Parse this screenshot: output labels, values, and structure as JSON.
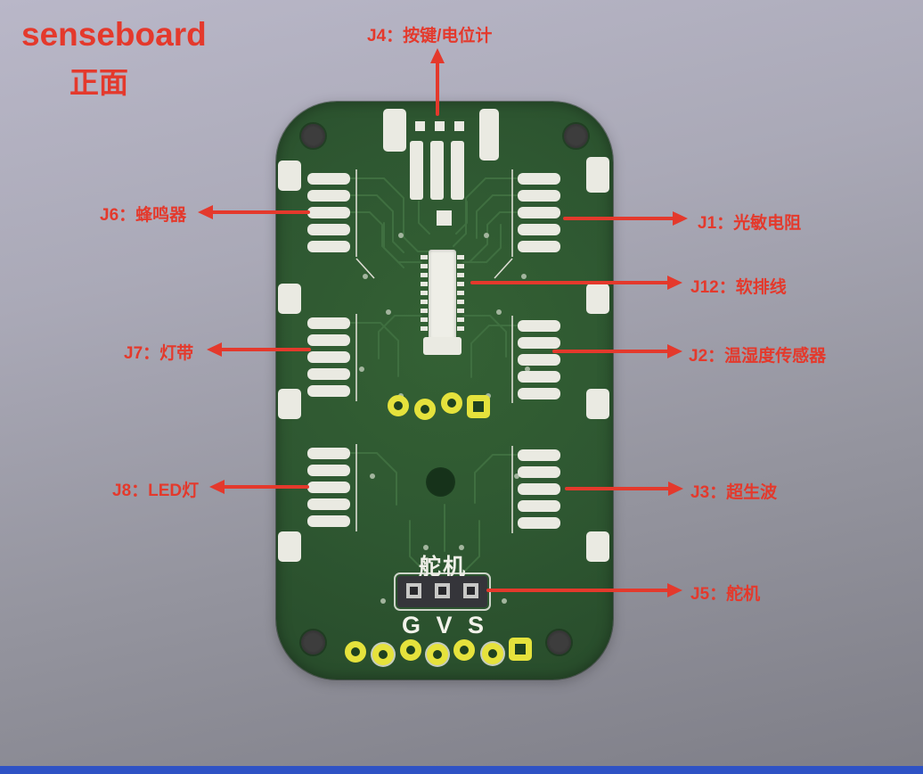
{
  "page": {
    "title_line1": "senseboard",
    "title_line2": "正面"
  },
  "colors": {
    "annotation_red": "#e4392c",
    "board_green": "#2e5731",
    "pad_white": "#eaeae2",
    "pad_yellow": "#e5e23c",
    "background_top": "#b9b7c8",
    "background_bottom": "#7e7e87",
    "taskbar_blue": "#2e52c5"
  },
  "board": {
    "servo_silk_label": "舵机",
    "servo_pin_labels": [
      "G",
      "V",
      "S"
    ]
  },
  "annotations": [
    {
      "id": "J4",
      "text": "J4：按键/电位计"
    },
    {
      "id": "J6",
      "text": "J6：蜂鸣器"
    },
    {
      "id": "J1",
      "text": "J1：光敏电阻"
    },
    {
      "id": "J12",
      "text": "J12：软排线"
    },
    {
      "id": "J7",
      "text": "J7：灯带"
    },
    {
      "id": "J2",
      "text": "J2：温湿度传感器"
    },
    {
      "id": "J8",
      "text": "J8：LED灯"
    },
    {
      "id": "J3",
      "text": "J3：超生波"
    },
    {
      "id": "J5",
      "text": "J5：舵机"
    }
  ]
}
